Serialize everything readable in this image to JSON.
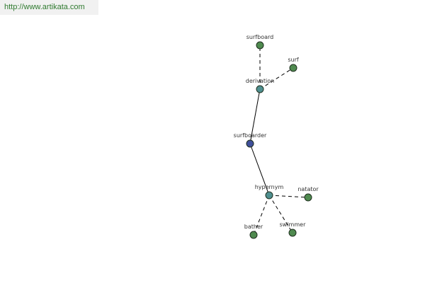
{
  "header": {
    "url_text": "http://www.artikata.com"
  },
  "colors": {
    "root_node": "#3f4f9a",
    "relation_node": "#4f8f8f",
    "leaf_node": "#4f8a4f",
    "edge": "#000000",
    "url_text": "#2f7a2f"
  },
  "graph": {
    "nodes": [
      {
        "id": "surfboarder",
        "label": "surfboarder",
        "kind": "root"
      },
      {
        "id": "derivation",
        "label": "derivation",
        "kind": "relation"
      },
      {
        "id": "hypernym",
        "label": "hypernym",
        "kind": "relation"
      },
      {
        "id": "surfboard",
        "label": "surfboard",
        "kind": "leaf"
      },
      {
        "id": "surf",
        "label": "surf",
        "kind": "leaf"
      },
      {
        "id": "natator",
        "label": "natator",
        "kind": "leaf"
      },
      {
        "id": "bather",
        "label": "bather",
        "kind": "leaf"
      },
      {
        "id": "swimmer",
        "label": "swimmer",
        "kind": "leaf"
      }
    ],
    "edges": [
      {
        "from": "surfboarder",
        "to": "derivation",
        "style": "solid"
      },
      {
        "from": "surfboarder",
        "to": "hypernym",
        "style": "solid"
      },
      {
        "from": "derivation",
        "to": "surfboard",
        "style": "dashed"
      },
      {
        "from": "derivation",
        "to": "surf",
        "style": "dashed"
      },
      {
        "from": "hypernym",
        "to": "natator",
        "style": "dashed"
      },
      {
        "from": "hypernym",
        "to": "bather",
        "style": "dashed"
      },
      {
        "from": "hypernym",
        "to": "swimmer",
        "style": "dashed"
      }
    ]
  }
}
